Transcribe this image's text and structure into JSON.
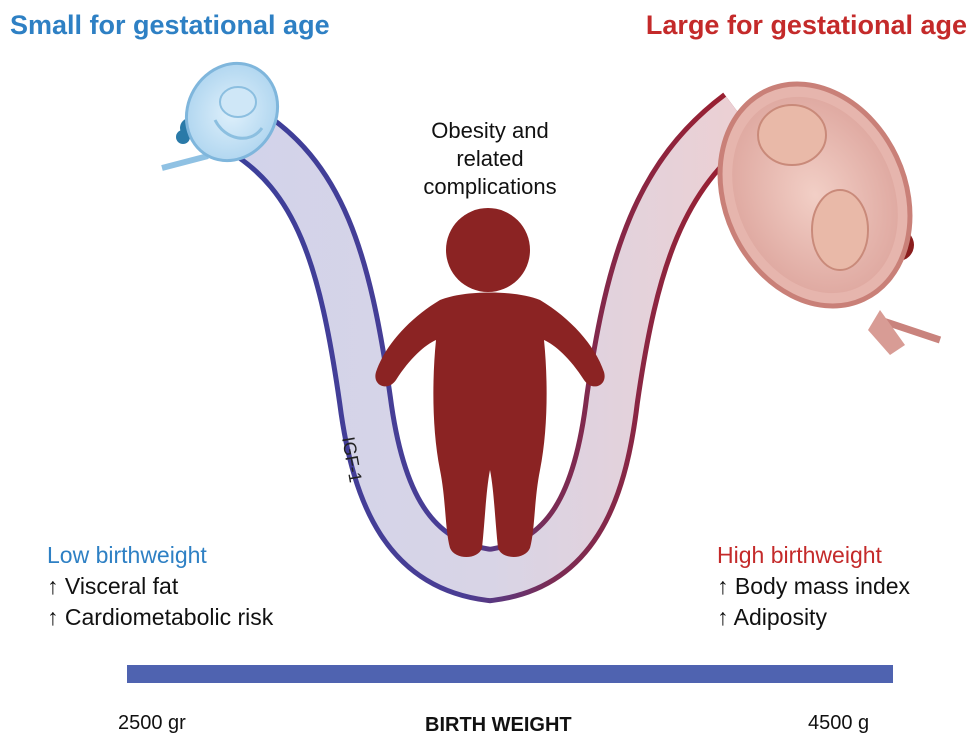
{
  "header": {
    "left_title": "Small for gestational age",
    "right_title": "Large for gestational age"
  },
  "center": {
    "label_lines": [
      "Obesity and",
      "related",
      "complications"
    ]
  },
  "curve": {
    "label": "IGF-1"
  },
  "left_panel": {
    "heading": "Low birthweight",
    "effects": [
      "↑ Visceral fat",
      "↑ Cardiometabolic risk"
    ]
  },
  "right_panel": {
    "heading": "High birthweight",
    "effects": [
      "↑ Body mass index",
      "↑ Adiposity"
    ]
  },
  "axis": {
    "min_label": "2500 gr",
    "title": "BIRTH WEIGHT",
    "max_label": "4500 g"
  },
  "colors": {
    "blue_text": "#2e80c4",
    "red_text": "#c42a2a",
    "band_blue": "#3c3f9a",
    "band_red": "#8f1d2c",
    "figure_red": "#8b2323",
    "axis_bar": "#4f63b0"
  }
}
